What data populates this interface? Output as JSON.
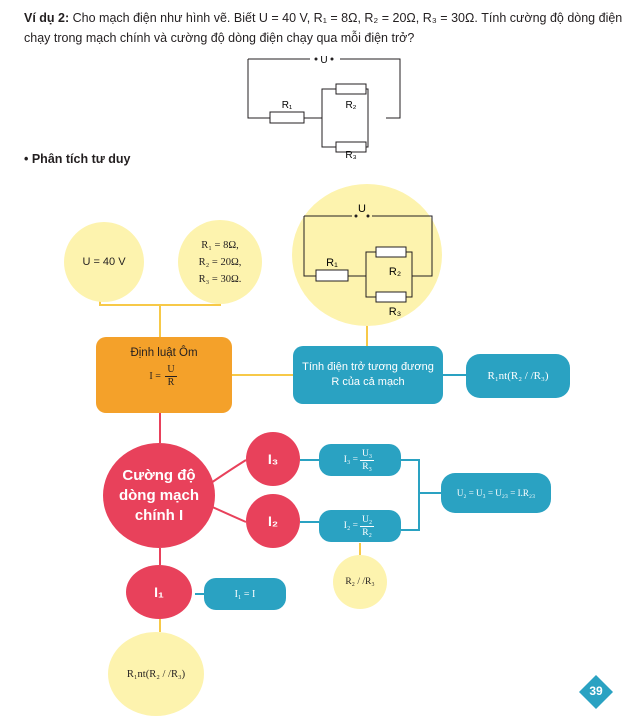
{
  "problem": {
    "label": "Ví dụ 2:",
    "line1": " Cho mạch điện như hình vẽ. Biết U = 40 V, R₁ = 8Ω, R₂ = 20Ω, R₃ = 30Ω. Tính cường độ dòng điện",
    "line2": "chạy trong mạch chính và cường độ dòng điện chạy qua mỗi điện trở?"
  },
  "top_circuit": {
    "u": "U",
    "r1": "R₁",
    "r2": "R₂",
    "r3": "R₃"
  },
  "section_title": "• Phân tích tư duy",
  "nodes": {
    "u_value": "U = 40 V",
    "r_values": [
      "R₁ = 8Ω,",
      "R₂ = 20Ω,",
      "R₃ = 30Ω."
    ],
    "ohm_title": "Định luật Ôm",
    "ohm_lhs": "I =",
    "ohm_num": "U",
    "ohm_den": "R",
    "equiv_line1": "Tính điện trở tương đương",
    "equiv_line2": "R của cả mạch",
    "equiv_formula": "R₁nt(R₂ / /R₃)",
    "main_line1": "Cường độ",
    "main_line2": "dòng mạch",
    "main_line3": "chính I",
    "i3": "I₃",
    "i2": "I₂",
    "i1": "I₁",
    "i3_lhs": "I₃ =",
    "i3_num": "U₃",
    "i3_den": "R₃",
    "i2_lhs": "I₂ =",
    "i2_num": "U₂",
    "i2_den": "R₂",
    "u_eq": "U₂ = U₃ = U₂₃ = I.R₂₃",
    "r23": "R₂ / /R₃",
    "i1_eq": "I₁ = I",
    "r1nt": "R₁nt(R₂ / /R₃)"
  },
  "colors": {
    "yellow": "#fdf3ae",
    "orange": "#f4a12a",
    "blue": "#2aa2c2",
    "red": "#e8415b",
    "line_blue": "#2aa2c2",
    "line_yellow": "#f7c948"
  },
  "page_number": "39"
}
